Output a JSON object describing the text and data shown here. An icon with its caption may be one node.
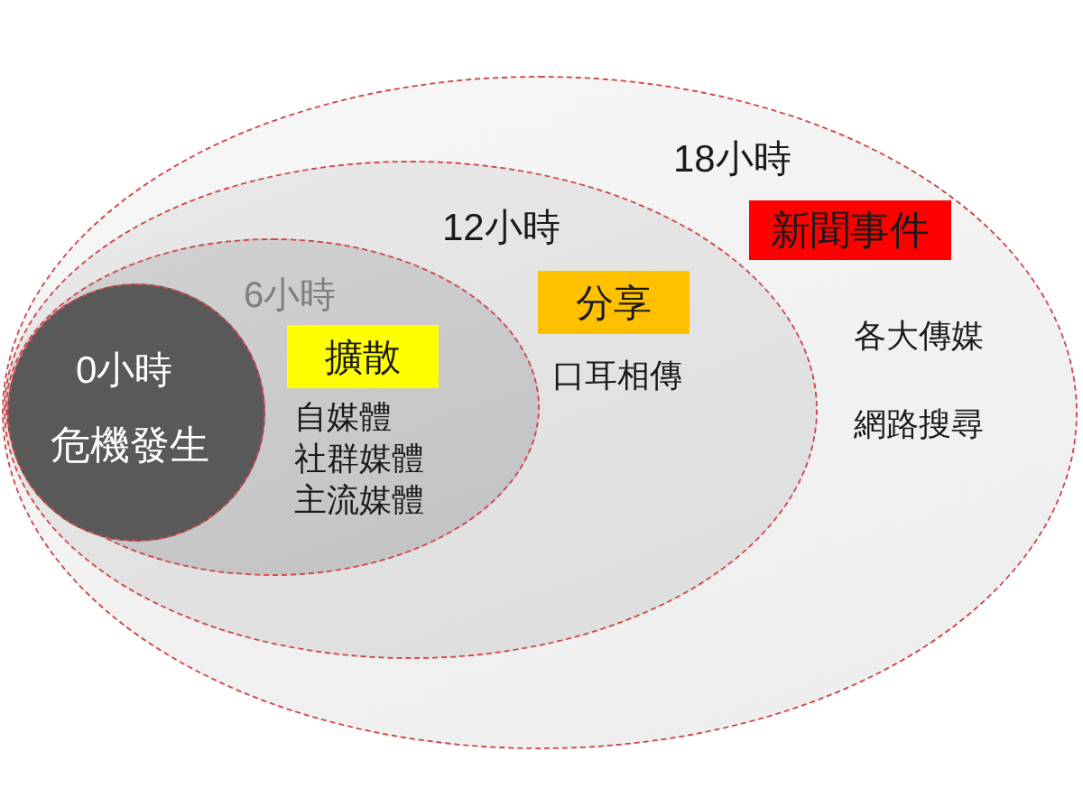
{
  "diagram": {
    "nodes": [
      {
        "text": [
          "18小時",
          "各大傳媒",
          "網路搜尋"
        ]
      },
      {
        "text": [
          "新聞事件"
        ],
        "in": 0
      },
      {
        "text": [
          "12小時",
          "口耳相傳"
        ],
        "in": 0
      },
      {
        "text": [
          "分享"
        ],
        "in": 2
      },
      {
        "text": [
          "6小時",
          "自媒體",
          "社群媒體",
          "主流媒體"
        ],
        "in": 2
      },
      {
        "text": [
          "擴散"
        ],
        "in": 4
      },
      {
        "text": [
          "0小時",
          "危機發生"
        ],
        "in": 4
      }
    ]
  }
}
